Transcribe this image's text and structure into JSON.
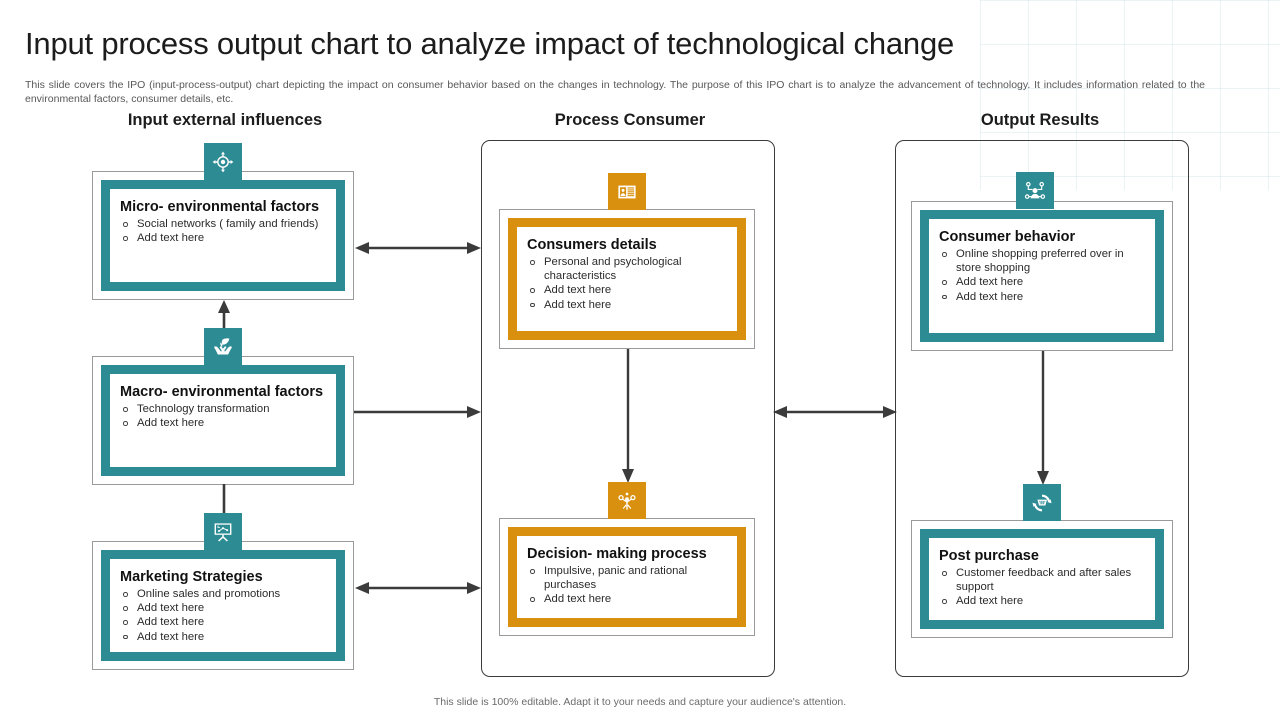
{
  "slide": {
    "title": "Input process output chart to analyze impact of technological change",
    "subtitle": "This slide covers the IPO (input-process-output) chart depicting the impact on consumer behavior based on the changes in technology. The purpose of this IPO chart is to analyze the advancement of technology. It includes information related to the environmental factors, consumer details, etc.",
    "footer": "This slide is 100% editable. Adapt it to your needs and capture your audience's attention."
  },
  "colors": {
    "teal": "#2d8b94",
    "orange": "#d9900f",
    "arrow": "#3b3b3b",
    "title_text": "#1c1c1c",
    "body_text": "#2b2b2b"
  },
  "columns": [
    {
      "id": "input",
      "heading": "Input external influences",
      "cards": [
        {
          "id": "micro-environmental-factors",
          "accent": "teal",
          "icon": "target-crosshair-icon",
          "title": "Micro- environmental factors",
          "bullets": [
            "Social networks ( family and friends)",
            "Add text here"
          ]
        },
        {
          "id": "macro-environmental-factors",
          "accent": "teal",
          "icon": "leaf-in-hands-icon",
          "title": "Macro- environmental factors",
          "bullets": [
            "Technology transformation",
            "Add text here"
          ]
        },
        {
          "id": "marketing-strategies",
          "accent": "teal",
          "icon": "presentation-chart-icon",
          "title": "Marketing Strategies",
          "bullets": [
            "Online sales and promotions",
            "Add text here",
            "Add text here",
            "Add text here"
          ]
        }
      ]
    },
    {
      "id": "process",
      "heading": "Process Consumer",
      "cards": [
        {
          "id": "consumers-details",
          "accent": "orange",
          "icon": "id-card-icon",
          "title": "Consumers details",
          "bullets": [
            "Personal and psychological characteristics",
            "Add text here",
            "Add text here"
          ]
        },
        {
          "id": "decision-making-process",
          "accent": "orange",
          "icon": "person-choice-icon",
          "title": "Decision- making process",
          "bullets": [
            "Impulsive, panic and rational purchases",
            "Add text here"
          ]
        }
      ]
    },
    {
      "id": "output",
      "heading": "Output Results",
      "cards": [
        {
          "id": "consumer-behavior",
          "accent": "teal",
          "icon": "user-network-icon",
          "title": "Consumer behavior",
          "bullets": [
            "Online shopping preferred over in store shopping",
            "Add text here",
            "Add text here"
          ]
        },
        {
          "id": "post-purchase",
          "accent": "teal",
          "icon": "refresh-cart-icon",
          "title": "Post purchase",
          "bullets": [
            "Customer feedback and after sales support",
            "Add text here"
          ]
        }
      ]
    }
  ]
}
